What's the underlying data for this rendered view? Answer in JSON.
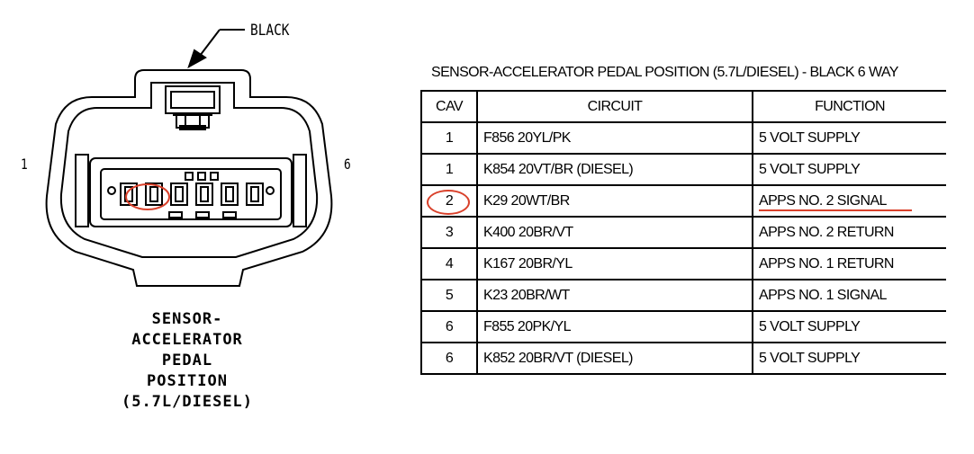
{
  "connector": {
    "color_callout": "BLACK",
    "pin_left": "1",
    "pin_right": "6",
    "caption": [
      "SENSOR-",
      "ACCELERATOR",
      "PEDAL",
      "POSITION",
      "(5.7L/DIESEL)"
    ],
    "highlight_color": "#d9412b"
  },
  "table": {
    "title": "SENSOR-ACCELERATOR PEDAL POSITION (5.7L/DIESEL) - BLACK 6 WAY",
    "headers": {
      "cav": "CAV",
      "circuit": "CIRCUIT",
      "function": "FUNCTION"
    },
    "rows": [
      {
        "cav": "1",
        "circuit": "F856 20YL/PK",
        "function": "5 VOLT SUPPLY"
      },
      {
        "cav": "1",
        "circuit": "K854 20VT/BR (DIESEL)",
        "function": "5 VOLT SUPPLY"
      },
      {
        "cav": "2",
        "circuit": "K29 20WT/BR",
        "function": "APPS NO. 2 SIGNAL",
        "highlighted": true
      },
      {
        "cav": "3",
        "circuit": "K400 20BR/VT",
        "function": "APPS NO. 2 RETURN"
      },
      {
        "cav": "4",
        "circuit": "K167 20BR/YL",
        "function": "APPS NO. 1 RETURN"
      },
      {
        "cav": "5",
        "circuit": "K23 20BR/WT",
        "function": "APPS NO. 1 SIGNAL"
      },
      {
        "cav": "6",
        "circuit": "F855 20PK/YL",
        "function": "5 VOLT SUPPLY"
      },
      {
        "cav": "6",
        "circuit": "K852 20BR/VT (DIESEL)",
        "function": "5 VOLT SUPPLY"
      }
    ]
  }
}
